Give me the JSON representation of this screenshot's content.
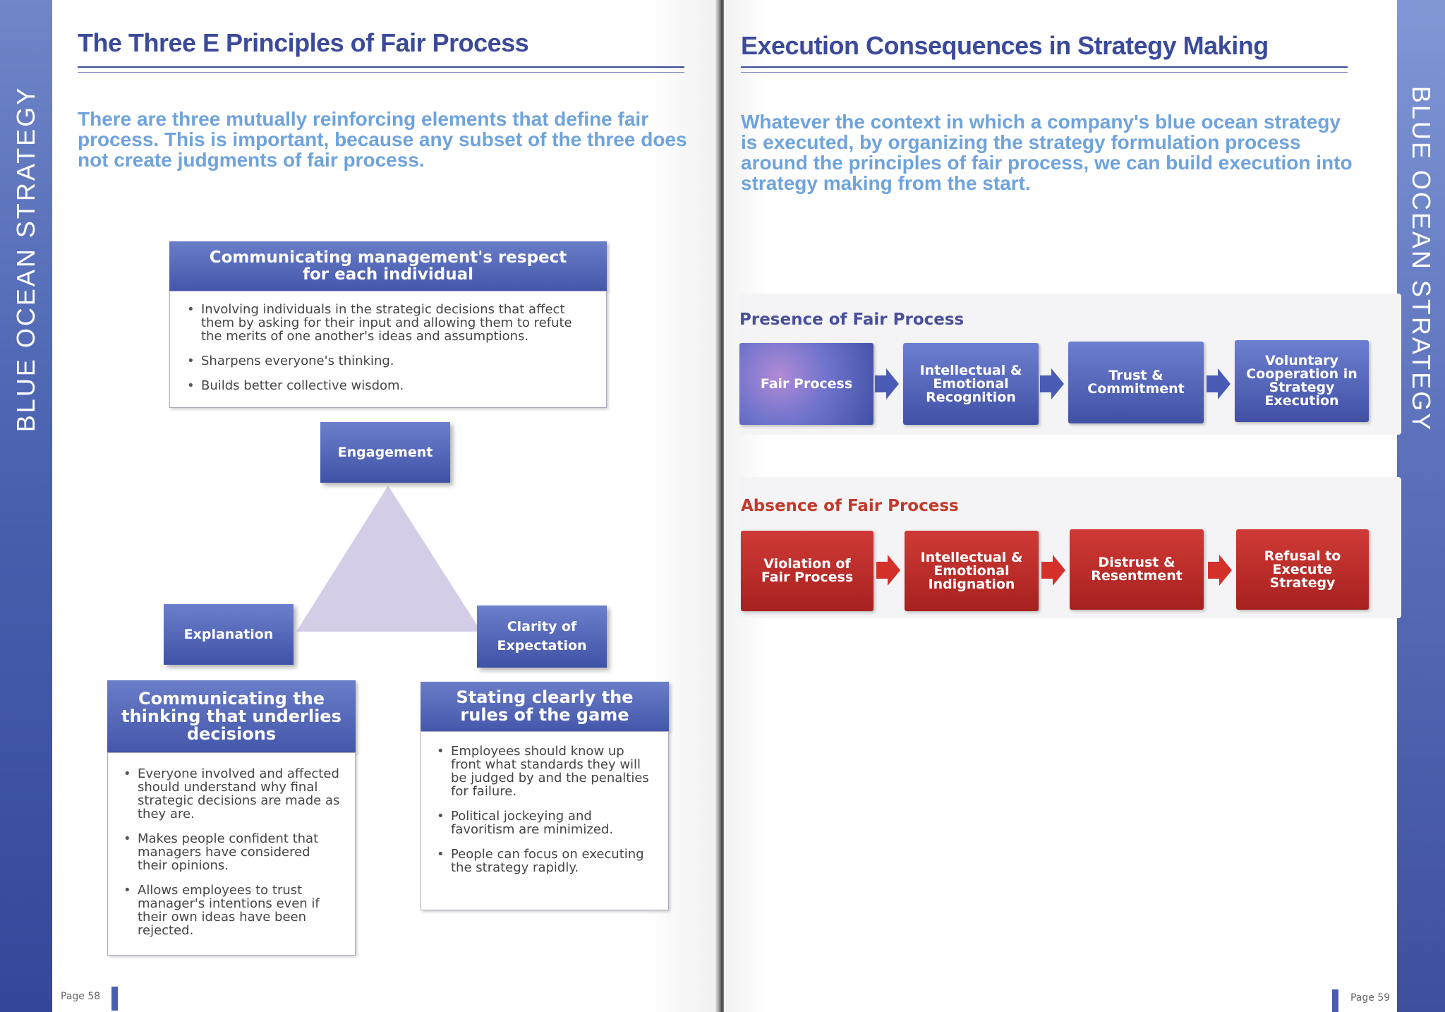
{
  "left_page": {
    "band_text": "BLUE OCEAN STRATEGY",
    "title": "The Three E Principles of Fair Process",
    "intro": "There are three mutually reinforcing elements that define fair process. This is important, because any subset of the three does not create judgments of fair process.",
    "top_box": {
      "heading": "Communicating management's respect for each individual",
      "bullets": [
        "Involving individuals in the strategic decisions that affect them by asking for their input and allowing them to refute the merits of one another's ideas and assumptions.",
        "Sharpens everyone's thinking.",
        "Builds better collective wisdom."
      ]
    },
    "nodes": {
      "engagement": "Engagement",
      "explanation": "Explanation",
      "expectation": "Clarity of Expectation"
    },
    "left_box": {
      "heading": "Communicating the thinking that underlies decisions",
      "bullets": [
        "Everyone involved and affected should understand why final strategic decisions are made as they are.",
        "Makes people confident that managers have considered their opinions.",
        "Allows employees to trust manager's intentions even if their own ideas have been rejected."
      ]
    },
    "right_box": {
      "heading": "Stating clearly the rules of the game",
      "bullets": [
        "Employees should know up front what standards they will be judged by and the penalties for failure.",
        "Political jockeying and favoritism are minimized.",
        "People can focus on executing the strategy rapidly."
      ]
    },
    "page_number": "Page 58"
  },
  "right_page": {
    "band_text": "BLUE OCEAN STRATEGY",
    "title": "Execution Consequences in Strategy Making",
    "intro": "Whatever the context in which a company's blue ocean strategy is executed, by organizing the strategy formulation process around the principles of fair process, we can build execution into strategy making from the start.",
    "presence": {
      "label": "Presence of Fair Process",
      "steps": [
        "Fair Process",
        "Intellectual & Emotional Recognition",
        "Trust & Commitment",
        "Voluntary Cooperation in Strategy Execution"
      ]
    },
    "absence": {
      "label": "Absence of Fair Process",
      "steps": [
        "Violation of Fair Process",
        "Intellectual & Emotional Indignation",
        "Distrust & Resentment",
        "Refusal to Execute Strategy"
      ]
    },
    "page_number": "Page 59"
  },
  "colors": {
    "brand_blue": "#4457ab",
    "title_blue": "#3b4a9a",
    "intro_blue": "#6fa3dc",
    "absence_red": "#b02a26",
    "presence_label": "#4a4f9a",
    "absence_label": "#c23a2c"
  }
}
